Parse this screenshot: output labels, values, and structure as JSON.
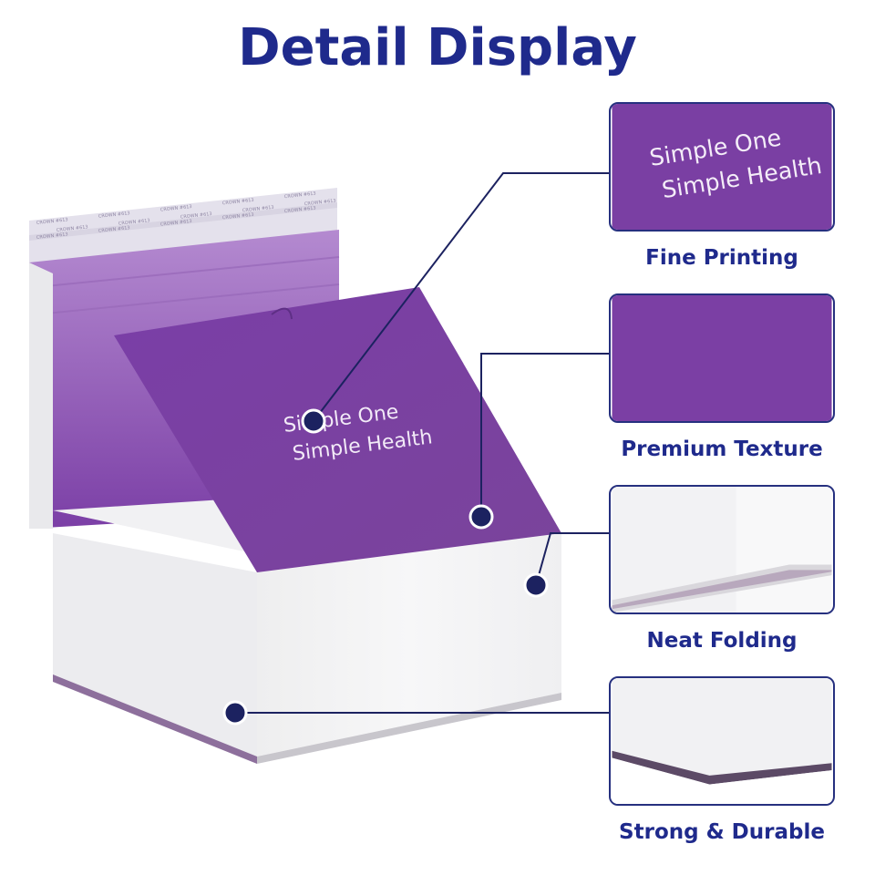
{
  "title": "Detail Display",
  "box": {
    "lid_print_line1": "Simple One",
    "lid_print_line2": "Simple Health",
    "tape_print": "CROWN  #613"
  },
  "details": [
    {
      "label": "Fine Printing",
      "line1": "Simple One",
      "line2": "Simple Health"
    },
    {
      "label": "Premium Texture"
    },
    {
      "label": "Neat Folding"
    },
    {
      "label": "Strong & Durable"
    }
  ],
  "colors": {
    "title": "#1f2a8c",
    "purple": "#7a3fa3",
    "purple_light": "#a479c2",
    "callout": "#1c2260",
    "box_white": "#f4f4f6",
    "border": "#26307f"
  }
}
